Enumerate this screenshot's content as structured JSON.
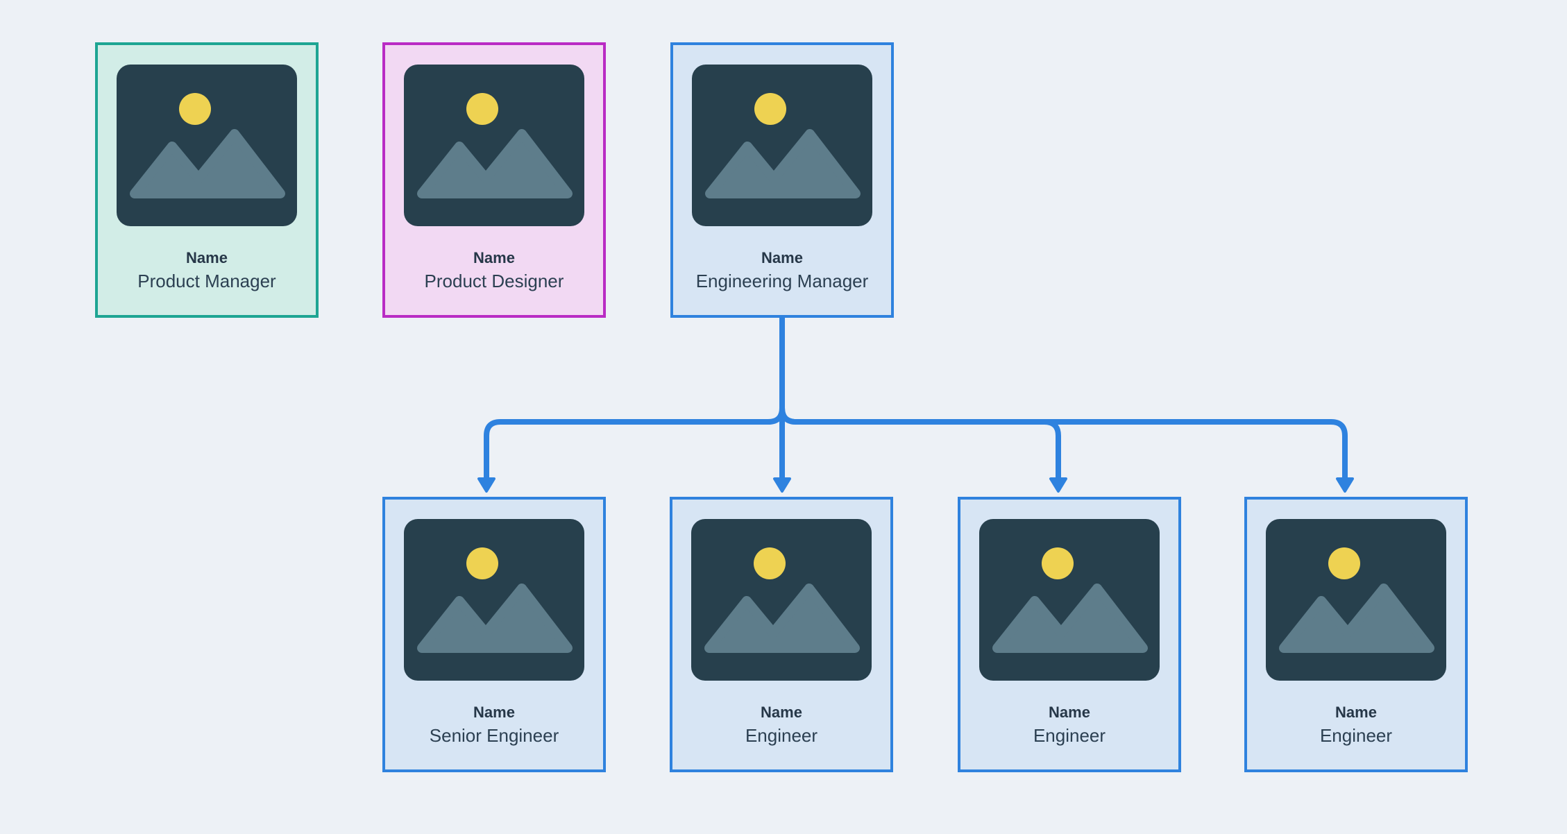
{
  "diagram_type": "org-chart",
  "colors": {
    "page-bg": "#edf1f6",
    "connector": "#2e82df",
    "placeholder": "#27404d",
    "sun": "#eed252",
    "mountain": "#5e7d8b",
    "name-text": "#263748",
    "role-text": "#2c4052"
  },
  "themes": {
    "teal": {
      "bg": "#d2ede7",
      "border": "#1ea593"
    },
    "magenta": {
      "bg": "#f2d9f3",
      "border": "#b92cc4"
    },
    "blue": {
      "bg": "#d7e5f4",
      "border": "#2f82de"
    }
  },
  "nodes": [
    {
      "id": "product-manager",
      "name": "Name",
      "role": "Product Manager",
      "theme": "teal",
      "row": "top"
    },
    {
      "id": "product-designer",
      "name": "Name",
      "role": "Product Designer",
      "theme": "magenta",
      "row": "top"
    },
    {
      "id": "engineering-manager",
      "name": "Name",
      "role": "Engineering Manager",
      "theme": "blue",
      "row": "top"
    },
    {
      "id": "senior-engineer",
      "name": "Name",
      "role": "Senior Engineer",
      "theme": "blue",
      "row": "bottom"
    },
    {
      "id": "engineer-1",
      "name": "Name",
      "role": "Engineer",
      "theme": "blue",
      "row": "bottom"
    },
    {
      "id": "engineer-2",
      "name": "Name",
      "role": "Engineer",
      "theme": "blue",
      "row": "bottom"
    },
    {
      "id": "engineer-3",
      "name": "Name",
      "role": "Engineer",
      "theme": "blue",
      "row": "bottom"
    }
  ],
  "edges": [
    {
      "from": "engineering-manager",
      "to": "senior-engineer",
      "arrow": "down"
    },
    {
      "from": "engineering-manager",
      "to": "engineer-1",
      "arrow": "down"
    },
    {
      "from": "engineering-manager",
      "to": "engineer-2",
      "arrow": "down"
    },
    {
      "from": "engineering-manager",
      "to": "engineer-3",
      "arrow": "down"
    }
  ]
}
